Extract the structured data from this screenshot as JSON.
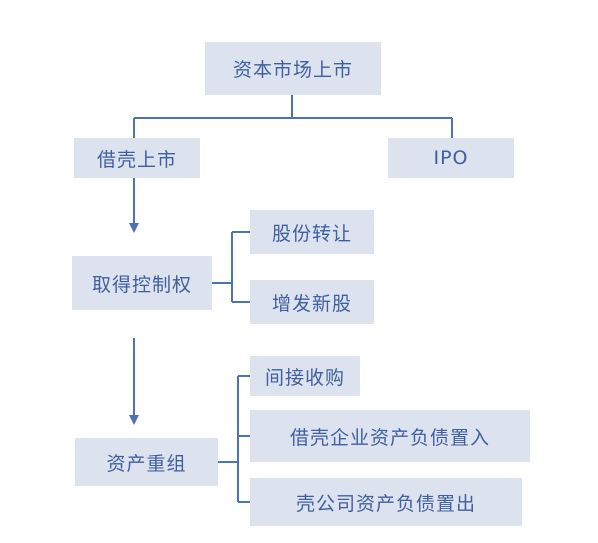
{
  "colors": {
    "box_fill": "#dde3ee",
    "text": "#3f5fa0",
    "line": "#4f72b3"
  },
  "nodes": {
    "root": "资本市场上市",
    "backdoor": "借壳上市",
    "ipo": "IPO",
    "control": "取得控制权",
    "share_transfer": "股份转让",
    "new_issue": "增发新股",
    "restructure": "资产重组",
    "indirect": "间接收购",
    "assets_in": "借壳企业资产负债置入",
    "assets_out": "壳公司资产负债置出"
  }
}
